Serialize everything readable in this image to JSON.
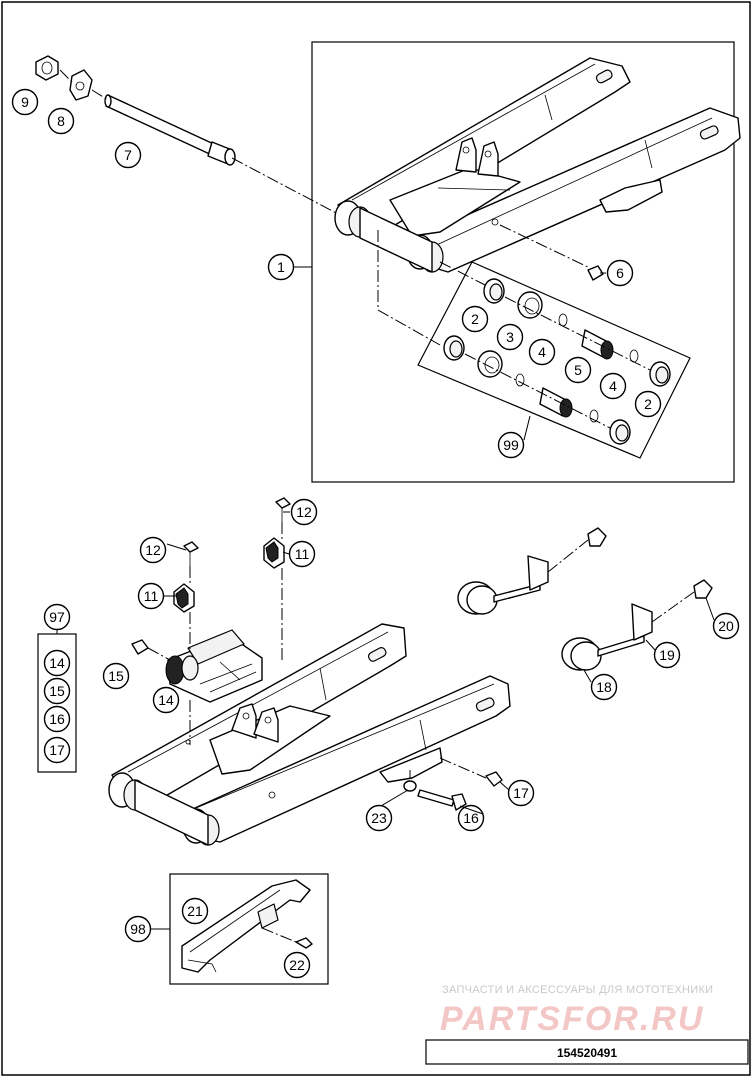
{
  "drawing": {
    "number": "154520491",
    "watermark_top": "ЗАПЧАСТИ И АКСЕССУАРЫ ДЛЯ МОТОТЕХНИКИ",
    "watermark_brand": "PARTSFOR.RU"
  },
  "callouts": {
    "c9": "9",
    "c8": "8",
    "c7": "7",
    "c1": "1",
    "c6": "6",
    "c2a": "2",
    "c3": "3",
    "c4a": "4",
    "c5": "5",
    "c4b": "4",
    "c2b": "2",
    "c99": "99",
    "c12a": "12",
    "c12b": "12",
    "c11a": "11",
    "c11b": "11",
    "c97": "97",
    "c14a": "14",
    "c15a": "15",
    "c16a": "16",
    "c17a": "17",
    "c15b": "15",
    "c14b": "14",
    "c20": "20",
    "c19": "19",
    "c18": "18",
    "c17b": "17",
    "c23": "23",
    "c16b": "16",
    "c98": "98",
    "c21": "21",
    "c22": "22"
  }
}
